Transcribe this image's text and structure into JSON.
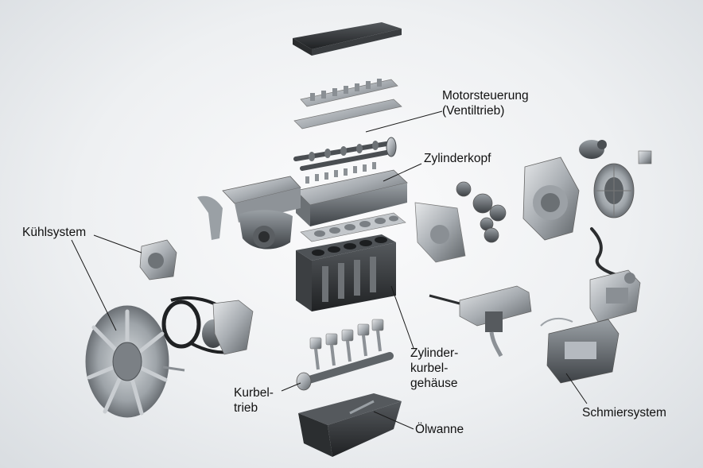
{
  "labels": {
    "motorsteuerung": [
      "Motorsteuerung",
      "(Ventiltrieb)"
    ],
    "zylinderkopf": [
      "Zylinderkopf"
    ],
    "kuehlsystem": [
      "Kühlsystem"
    ],
    "zylinderkurbelgehaeuse": [
      "Zylinder-",
      "kurbel-",
      "gehäuse"
    ],
    "kurbeltrieb": [
      "Kurbel-",
      "trieb"
    ],
    "oelwanne": [
      "Ölwanne"
    ],
    "schmiersystem": [
      "Schmiersystem"
    ]
  }
}
